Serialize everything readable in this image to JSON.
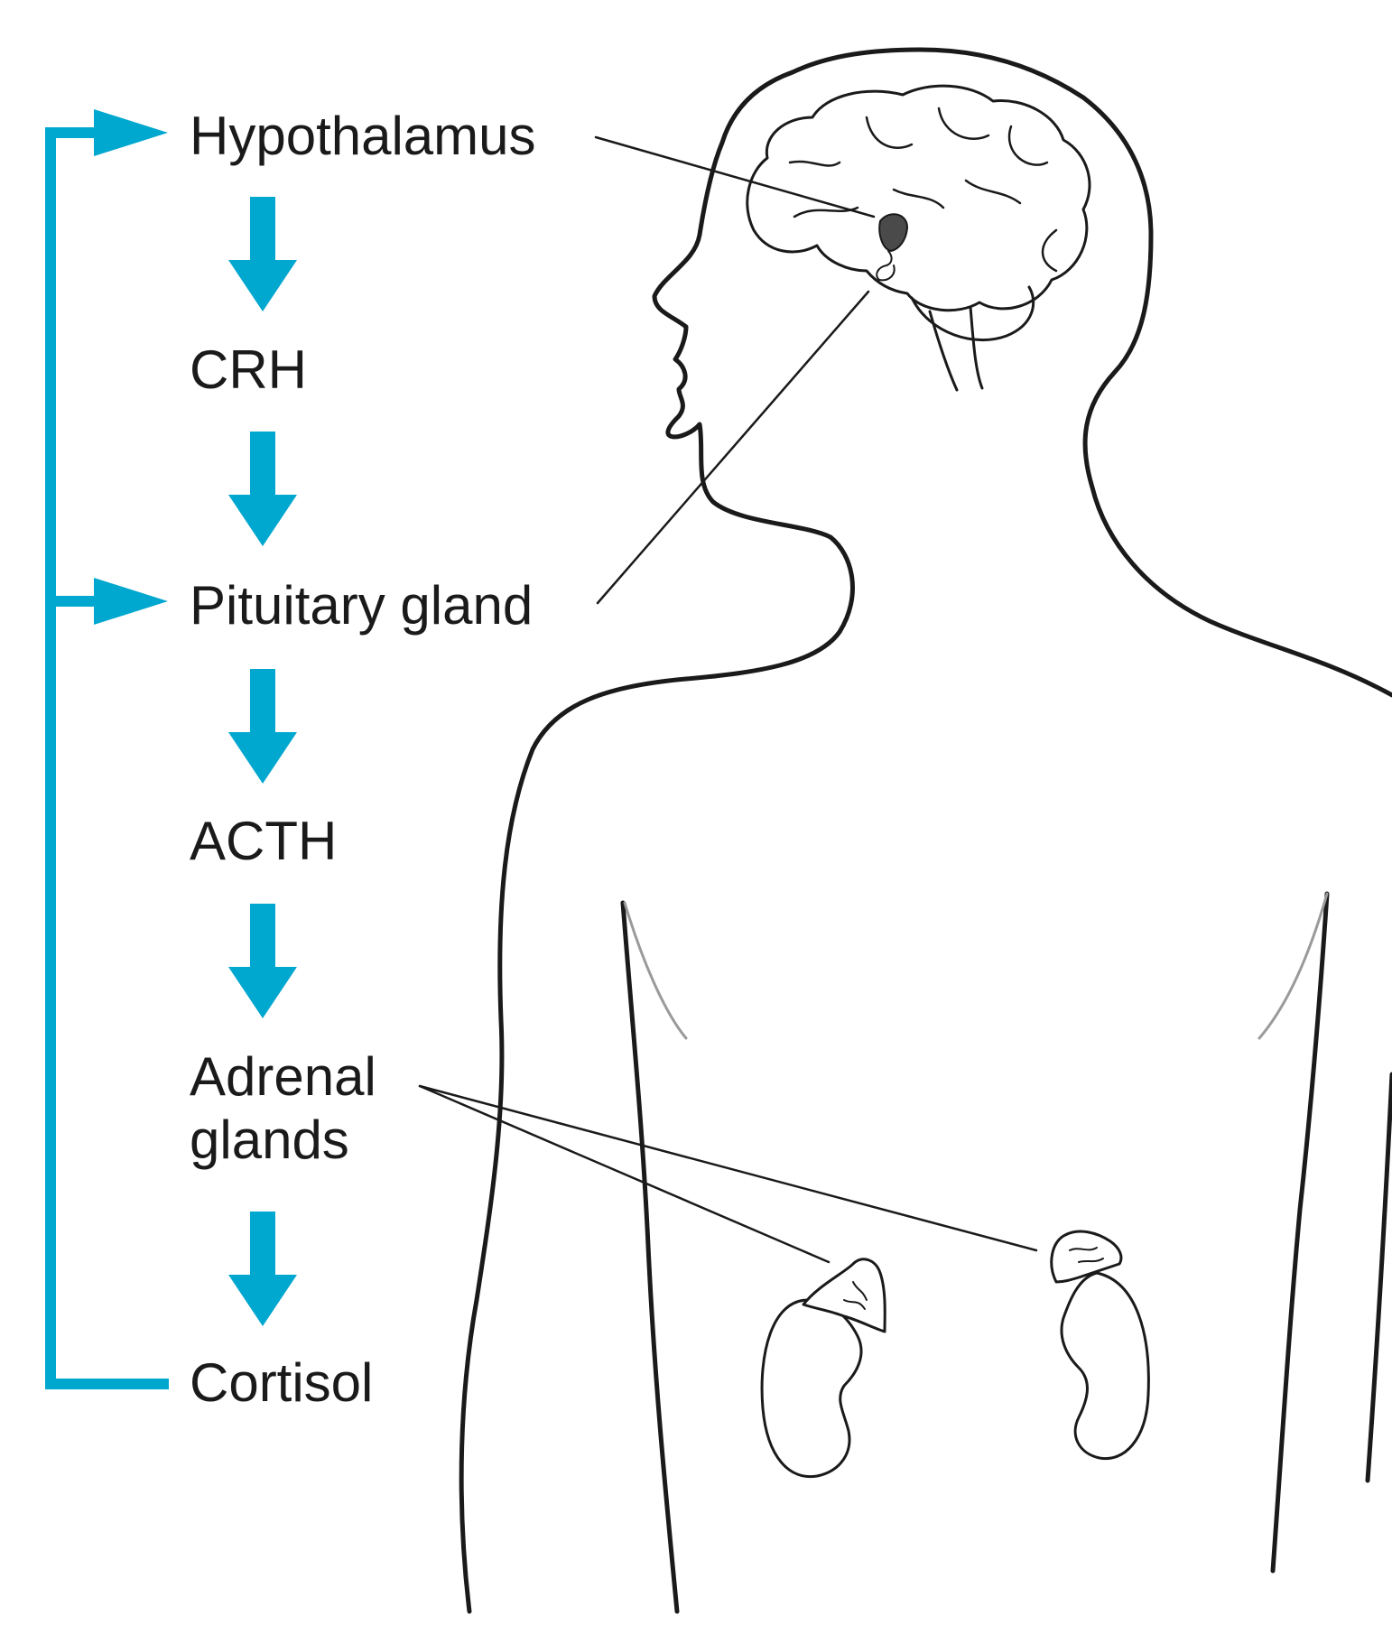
{
  "labels": {
    "hypothalamus": "Hypothalamus",
    "crh": "CRH",
    "pituitary": "Pituitary gland",
    "acth": "ACTH",
    "adrenal_line1": "Adrenal",
    "adrenal_line2": "glands",
    "cortisol": "Cortisol"
  },
  "colors": {
    "accent": "#00a7cf",
    "outline": "#1a1a1a",
    "gland": "#4a4a4a"
  },
  "flow_arrow_count": 5,
  "feedback_targets": [
    "hypothalamus",
    "pituitary"
  ]
}
